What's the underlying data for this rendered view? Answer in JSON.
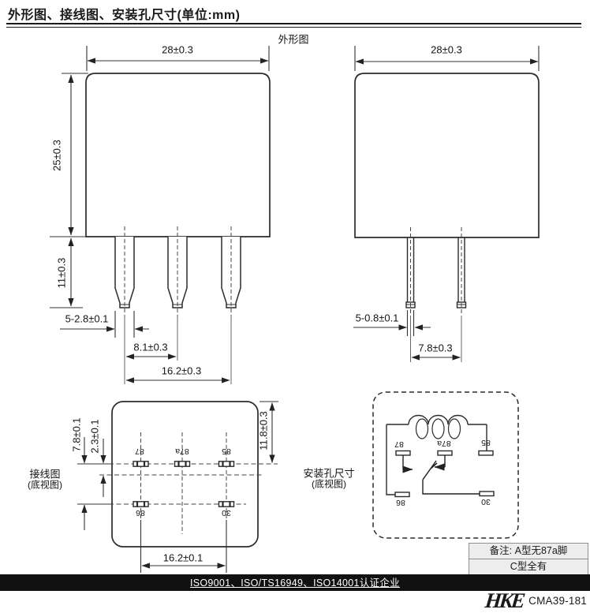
{
  "title": "外形图、接线图、安装孔尺寸(单位:mm)",
  "outline": {
    "label": "外形图",
    "front": {
      "width_dim": "28±0.3",
      "height_dim": "25±0.3",
      "pin_length_dim": "11±0.3",
      "pin_width_dim": "5-2.8±0.1",
      "pin_pitch_dim": "8.1±0.3",
      "pin_span_dim": "16.2±0.3"
    },
    "side": {
      "width_dim": "28±0.3",
      "pin_thickness_dim": "5-0.8±0.1",
      "pin_pitch_dim": "7.8±0.3"
    }
  },
  "wiring": {
    "label_line1": "接线图",
    "label_line2": "(底视图)",
    "row_gap_dim": "7.8±0.1",
    "row_offset_dim": "2.3±0.1",
    "top_margin_dim": "11.8±0.3",
    "pin_span_dim": "16.2±0.1",
    "pins_top": [
      "87",
      "87a",
      "85"
    ],
    "pins_bottom": [
      "86",
      "30"
    ]
  },
  "mounting": {
    "label_line1": "安装孔尺寸",
    "label_line2": "(底视图)",
    "pins_top": [
      "87",
      "87a",
      "85"
    ],
    "pins_bottom": [
      "86",
      "30"
    ]
  },
  "note": {
    "line1": "备注: A型无87a脚",
    "line2": "C型全有"
  },
  "footer": {
    "certification": "ISO9001、ISO/TS16949、ISO14001认证企业",
    "logo": "HKE",
    "doc_number": "CMA39-181"
  },
  "colors": {
    "footer_bar_bg": "#111111",
    "note_bg": "#ededed",
    "line": "#2b2b2b"
  }
}
